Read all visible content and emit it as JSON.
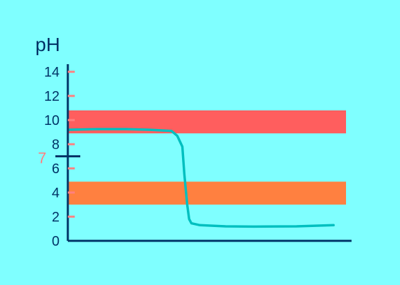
{
  "chart_data": {
    "type": "line",
    "ylabel": "pH",
    "ylim": [
      0,
      15
    ],
    "y_ticks": [
      {
        "value": 0,
        "label": "0"
      },
      {
        "value": 2,
        "label": "2"
      },
      {
        "value": 4,
        "label": "4"
      },
      {
        "value": 6,
        "label": "6"
      },
      {
        "value": 8,
        "label": "8"
      },
      {
        "value": 10,
        "label": "10"
      },
      {
        "value": 12,
        "label": "12"
      },
      {
        "value": 14,
        "label": "14"
      }
    ],
    "neutral_marker": {
      "value": 7,
      "label": "7"
    },
    "bands": [
      {
        "y_range": [
          8.9,
          10.8
        ],
        "color": "#ff5e5e"
      },
      {
        "y_range": [
          3.0,
          4.9
        ],
        "color": "#ff8040"
      }
    ],
    "xlim": [
      0,
      100
    ],
    "series": [
      {
        "color": "#00bfbf",
        "x": [
          0,
          10,
          20,
          28,
          36,
          38,
          39.8,
          40.5,
          41.5,
          42.2,
          43,
          46,
          55,
          65,
          80,
          93
        ],
        "y": [
          9.2,
          9.25,
          9.25,
          9.2,
          9.1,
          8.7,
          7.8,
          5.5,
          3.0,
          1.8,
          1.45,
          1.3,
          1.2,
          1.18,
          1.2,
          1.3
        ]
      }
    ],
    "colors": {
      "axis": "#003366",
      "tick": "#ff8080",
      "label": "#003366",
      "neutral_label": "#ff8080"
    }
  }
}
